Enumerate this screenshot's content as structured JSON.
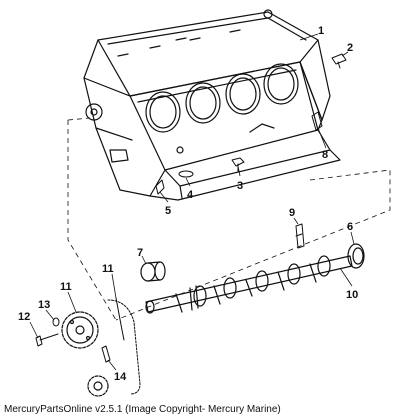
{
  "diagram": {
    "callouts": [
      "1",
      "2",
      "3",
      "4",
      "5",
      "6",
      "7",
      "8",
      "9",
      "10",
      "11",
      "11",
      "12",
      "13",
      "14"
    ]
  },
  "footer": {
    "text": "MercuryPartsOnline v2.5.1 (Image Copyright- Mercury Marine)"
  },
  "colors": {
    "ink": "#111111",
    "paper": "#ffffff"
  }
}
